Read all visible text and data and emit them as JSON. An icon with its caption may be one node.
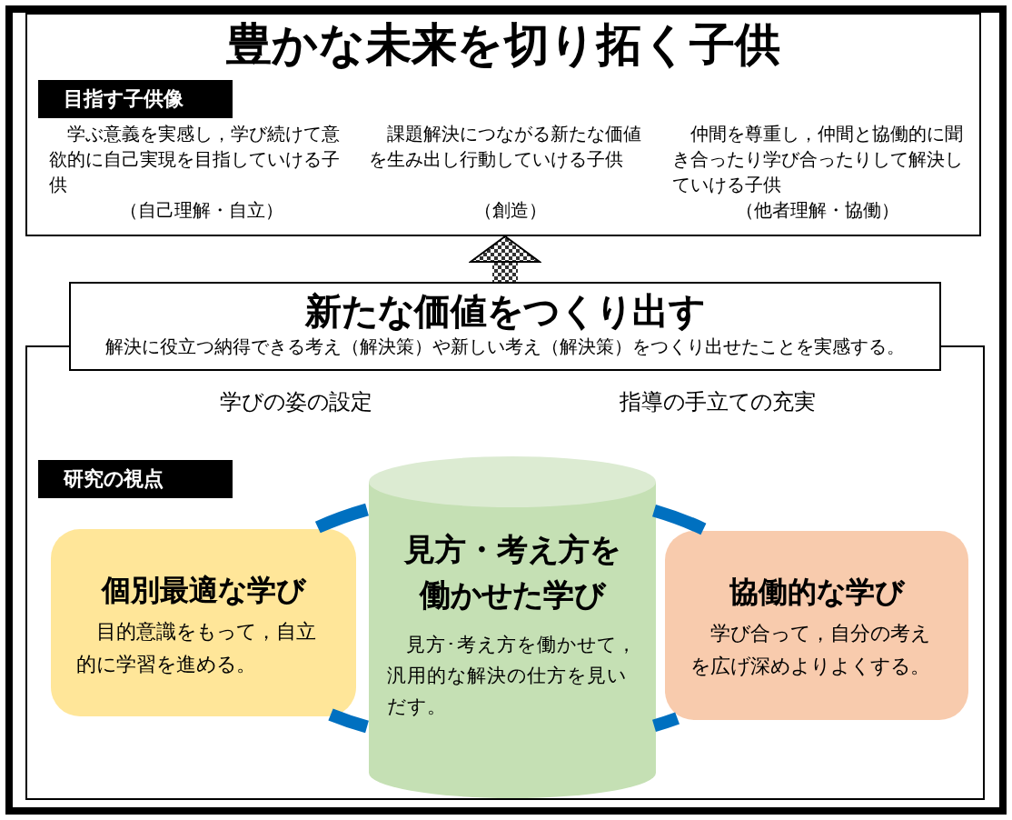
{
  "diagram": {
    "nodes": [
      {
        "text": [
          "豊かな未来を切り拓く子供"
        ]
      },
      {
        "text": [
          "目指す子供像"
        ],
        "in": 0
      },
      {
        "text": [
          "新たな価値をつくり出す",
          "解決に役立つ納得できる考え（解決策）や新しい考え（解決策）をつくり出せたことを実感する。"
        ]
      },
      {
        "text": [],
        "shape": "box"
      },
      {
        "text": [
          "研究の視点"
        ],
        "in": 3
      },
      {
        "text": [
          "個別最適な学び",
          "目的意識をもって，自立的に学習を進める。"
        ],
        "in": 3
      },
      {
        "text": [
          "見方・考え方を働かせた学び",
          "見方･考え方を働かせて，汎用的な解決の仕方を見いだす。"
        ],
        "in": 3
      },
      {
        "text": [
          "協働的な学び",
          "学び合って，自分の考えを広げ深めよりよくする。"
        ],
        "in": 3
      }
    ],
    "edges": [
      {
        "from": 2,
        "to": 0,
        "arrow": "to",
        "style": "thick"
      },
      {
        "from": 5,
        "to": 6,
        "arrow": "none"
      },
      {
        "from": 6,
        "to": 7,
        "arrow": "none"
      },
      {
        "from": 7,
        "to": 6,
        "arrow": "none"
      },
      {
        "from": 6,
        "to": 5,
        "arrow": "none"
      }
    ],
    "labels": [
      "学ぶ意義を実感し，学び続けて意欲的に自己実現を目指していける子供",
      "（自己理解・自立）",
      "課題解決につながる新たな価値を生み出し行動していける子供",
      "（創造）",
      "仲間を尊重し，仲間と協働的に聞き合ったり学び合ったりして解決していける子供",
      "（他者理解・協働）",
      "学びの姿の設定",
      "指導の手立ての充実"
    ]
  }
}
